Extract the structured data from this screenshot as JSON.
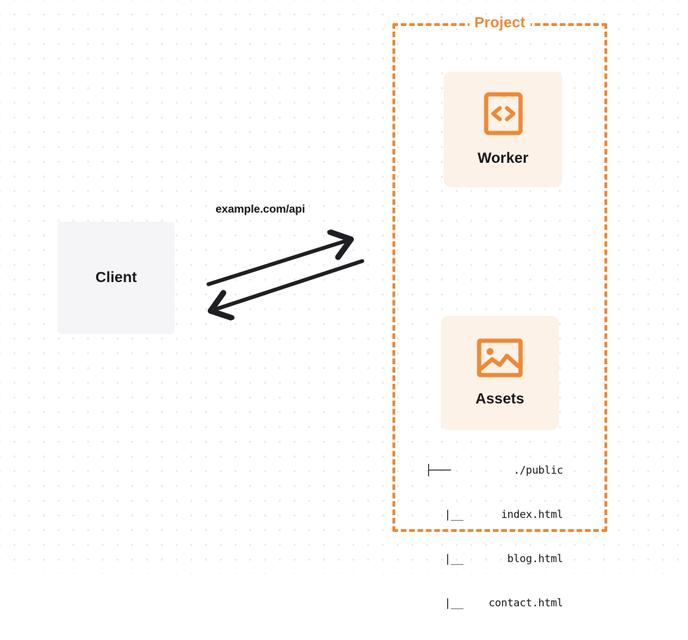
{
  "diagram": {
    "title": "Client to Project Worker and Assets request flow",
    "colors": {
      "accent_orange": "#ed8936",
      "card_fill": "#fdf2e7",
      "client_fill": "#f5f5f7",
      "text_dark": "#18181b",
      "arrow_stroke": "#1f1f23",
      "dot_grid": "#e9e9ec",
      "background": "#ffffff"
    }
  },
  "client": {
    "label": "Client"
  },
  "connection": {
    "label": "example.com/api",
    "request_arrow_name": "arrow-client-to-project",
    "response_arrow_name": "arrow-project-to-client"
  },
  "project": {
    "title": "Project",
    "cards": [
      {
        "label": "Worker",
        "icon": "code-brackets-icon"
      },
      {
        "label": "Assets",
        "icon": "image-icon"
      }
    ],
    "file_tree": [
      {
        "branch": "├───",
        "name": "./public"
      },
      {
        "branch": "   |__",
        "name": "index.html"
      },
      {
        "branch": "   |__",
        "name": "blog.html"
      },
      {
        "branch": "   |__",
        "name": "contact.html"
      }
    ]
  }
}
